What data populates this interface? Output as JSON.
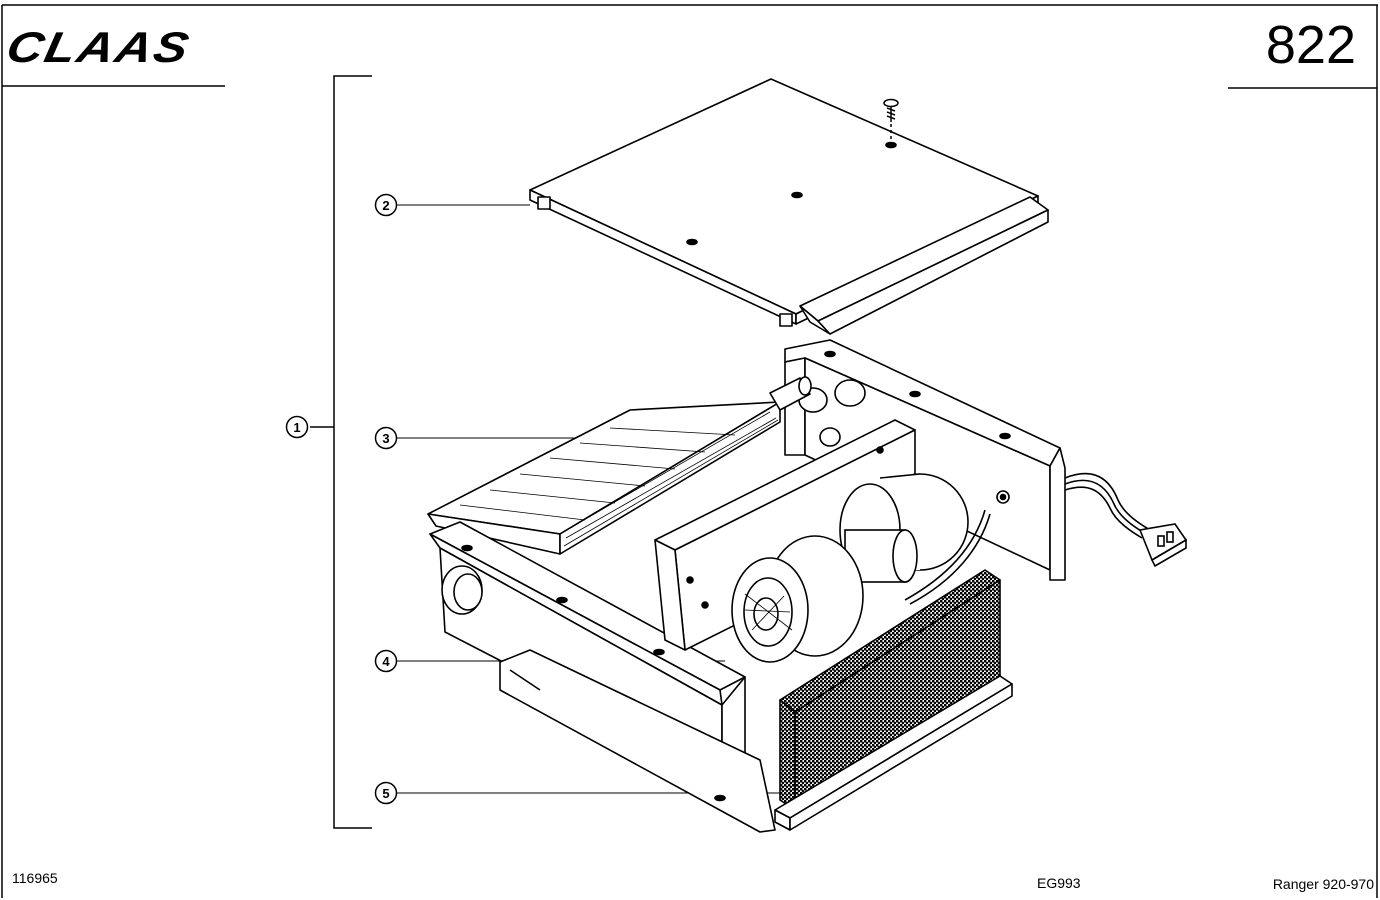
{
  "header": {
    "brand": "CLAAS",
    "page_number": "822"
  },
  "callouts": [
    {
      "number": "1"
    },
    {
      "number": "2"
    },
    {
      "number": "3"
    },
    {
      "number": "4"
    },
    {
      "number": "5"
    }
  ],
  "footer": {
    "part_id": "116965",
    "drawing_code": "EG993",
    "model": "Ranger 920-970"
  }
}
